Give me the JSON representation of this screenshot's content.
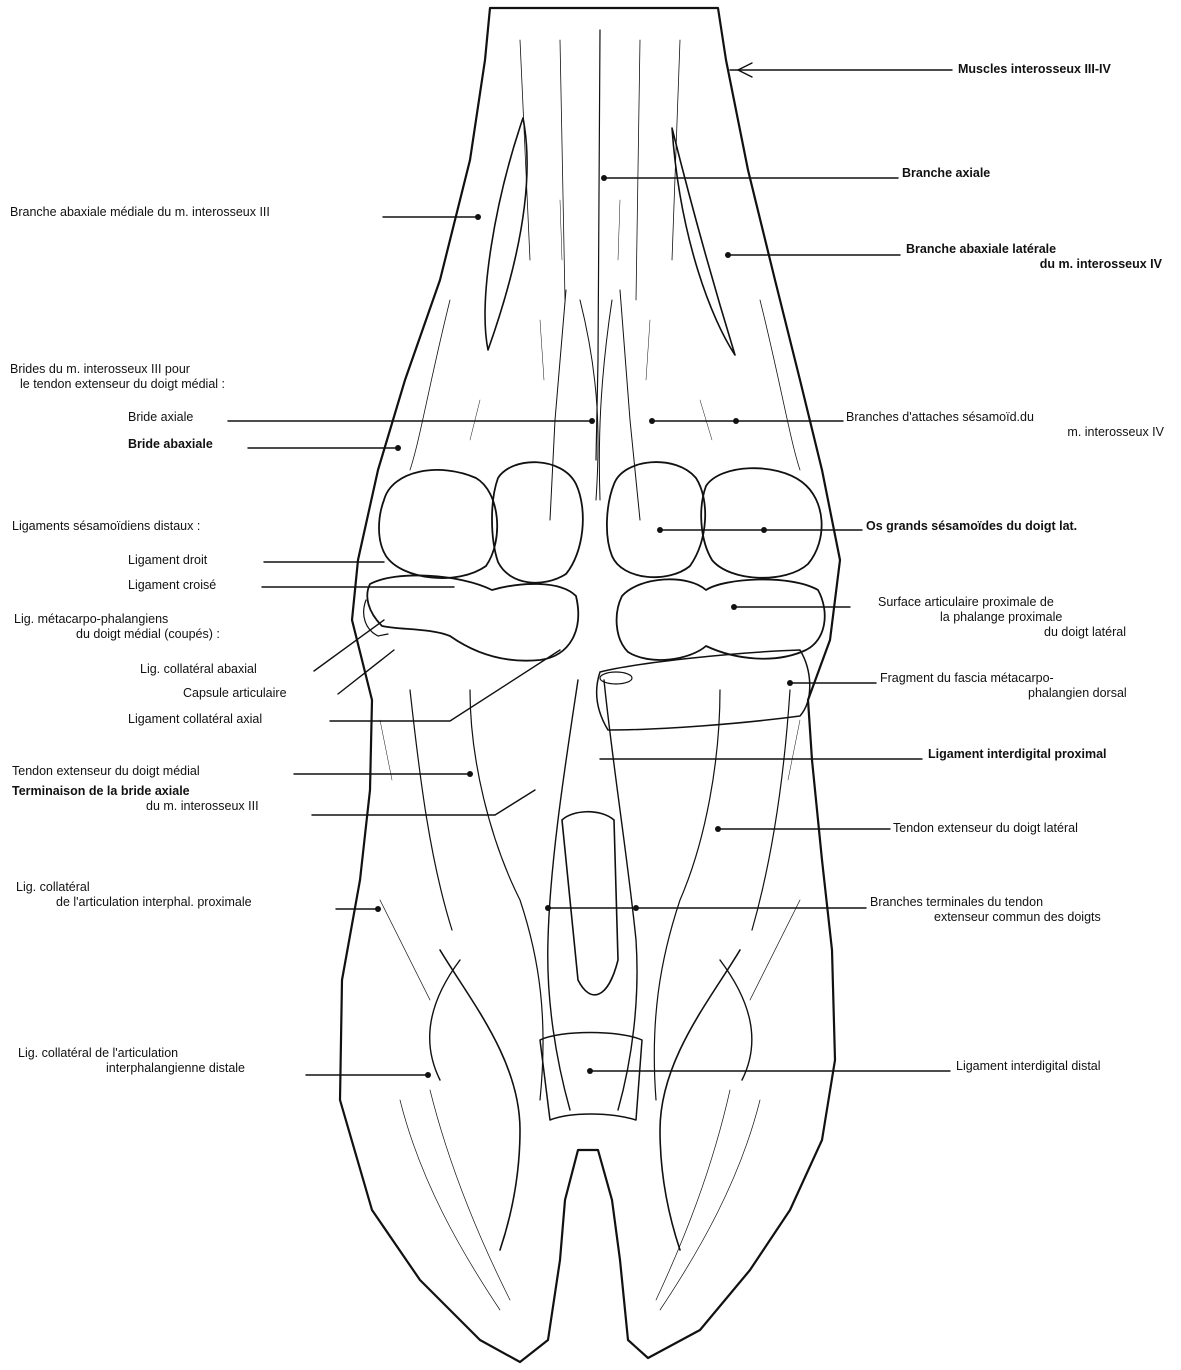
{
  "diagram": {
    "labels": {
      "muscles_interosseux": "Muscles interosseux III-IV",
      "branche_axiale": "Branche axiale",
      "branche_abaxiale_mediale": "Branche abaxiale médiale du m. interosseux III",
      "branche_abaxiale_laterale_1": "Branche abaxiale latérale",
      "branche_abaxiale_laterale_2": "du m. interosseux IV",
      "brides_1": "Brides du m. interosseux III pour",
      "brides_2": "le tendon extenseur du doigt médial :",
      "bride_axiale": "Bride axiale",
      "bride_abaxiale": "Bride abaxiale",
      "branches_attaches_1": "Branches d'attaches sésamoïd.du",
      "branches_attaches_2": "m. interosseux IV",
      "lig_sesamoidiens": "Ligaments sésamoïdiens distaux :",
      "ligament_droit": "Ligament droit",
      "ligament_croise": "Ligament croisé",
      "os_grands_sesamoides": "Os grands sésamoïdes du doigt lat.",
      "lig_metacarpo_1": "Lig. métacarpo-phalangiens",
      "lig_metacarpo_2": "du doigt médial (coupés) :",
      "surface_articulaire_1": "Surface articulaire proximale de",
      "surface_articulaire_2": "la phalange proximale",
      "surface_articulaire_3": "du doigt latéral",
      "lig_collateral_abaxial": "Lig. collatéral abaxial",
      "capsule_articulaire": "Capsule articulaire",
      "ligament_collateral_axial": "Ligament collatéral axial",
      "fragment_fascia_1": "Fragment du fascia métacarpo-",
      "fragment_fascia_2": "phalangien dorsal",
      "ligament_interdigital_proximal": "Ligament interdigital proximal",
      "tendon_extenseur_medial": "Tendon extenseur du doigt médial",
      "terminaison_1": "Terminaison de la bride axiale",
      "terminaison_2": "du m. interosseux III",
      "tendon_extenseur_lateral": "Tendon extenseur du doigt latéral",
      "lig_collateral_prox_1": "Lig. collatéral",
      "lig_collateral_prox_2": "de l'articulation interphal. proximale",
      "branches_terminales_1": "Branches terminales du tendon",
      "branches_terminales_2": "extenseur commun des doigts",
      "lig_collateral_dist_1": "Lig. collatéral de l'articulation",
      "lig_collateral_dist_2": "interphalangienne distale",
      "ligament_interdigital_distal": "Ligament interdigital distal"
    }
  }
}
